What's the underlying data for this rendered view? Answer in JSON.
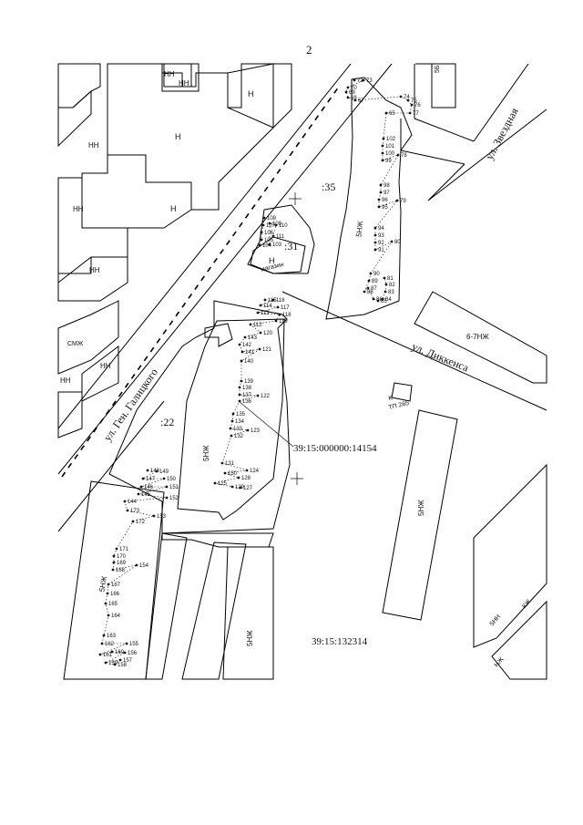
{
  "page": {
    "number": "2"
  },
  "parcels": {
    "p35": ":35",
    "p31": ":31",
    "p22": ":22",
    "cadastral_label": "39:15:000000:14154",
    "quarter_label": "39:15:132314"
  },
  "streets": {
    "zvezdnaya": "ул. Звездная",
    "dikkensa": "ул. Диккенса",
    "galitskogo": "ул. Ген. Галицкого"
  },
  "building_labels": {
    "n1": "Н",
    "n2": "Н",
    "n3": "Н",
    "n4": "Н",
    "nn1": "НН",
    "nn2": "НН",
    "nn3": "НН",
    "nn4": "НН",
    "nn5": "НН",
    "nn6": "НН",
    "nn_top1": "НН",
    "nn_top2": "НН",
    "mag_h": "Н",
    "magazin": "магазин",
    "smzh": "СМЖ",
    "b5": "5Б",
    "zvezd_5nzh": "5НЖ",
    "b_67nzh": "6-7НЖ",
    "tp": "ТП 265",
    "tp_k": "К",
    "big_5nzh_a": "5НЖ",
    "big_5nzh_b": "5НЖ",
    "big_5nzh_c": "5НЖ",
    "big_5nzh_d": "5НЖ",
    "big_5nzh_e": "5НЖ",
    "right_5nn": "5НН",
    "right_kzh": "КЖ",
    "right_nzh": "НЖ"
  },
  "points_35": [
    {
      "n": "72"
    },
    {
      "n": "73"
    },
    {
      "n": "70"
    },
    {
      "n": "69"
    },
    {
      "n": "68"
    },
    {
      "n": "67"
    },
    {
      "n": "74"
    },
    {
      "n": "75"
    },
    {
      "n": "76"
    },
    {
      "n": "77"
    },
    {
      "n": "65"
    },
    {
      "n": "102"
    },
    {
      "n": "101"
    },
    {
      "n": "100"
    },
    {
      "n": "99"
    },
    {
      "n": "78"
    },
    {
      "n": "98"
    },
    {
      "n": "97"
    },
    {
      "n": "96"
    },
    {
      "n": "95"
    },
    {
      "n": "79"
    },
    {
      "n": "94"
    },
    {
      "n": "93"
    },
    {
      "n": "92"
    },
    {
      "n": "91"
    },
    {
      "n": "80"
    },
    {
      "n": "90"
    },
    {
      "n": "89"
    },
    {
      "n": "88"
    },
    {
      "n": "87"
    },
    {
      "n": "86"
    },
    {
      "n": "85"
    },
    {
      "n": "84"
    },
    {
      "n": "83"
    },
    {
      "n": "82"
    },
    {
      "n": "81"
    }
  ],
  "points_31": [
    {
      "n": "108"
    },
    {
      "n": "107"
    },
    {
      "n": "106"
    },
    {
      "n": "105"
    },
    {
      "n": "104"
    },
    {
      "n": "103"
    },
    {
      "n": "109"
    },
    {
      "n": "110"
    },
    {
      "n": "111"
    }
  ],
  "points_22": [
    {
      "n": "115"
    },
    {
      "n": "116"
    },
    {
      "n": "114"
    },
    {
      "n": "117"
    },
    {
      "n": "113"
    },
    {
      "n": "118"
    },
    {
      "n": "119"
    },
    {
      "n": "112"
    },
    {
      "n": "120"
    },
    {
      "n": "143"
    },
    {
      "n": "142"
    },
    {
      "n": "141"
    },
    {
      "n": "121"
    },
    {
      "n": "140"
    },
    {
      "n": "139"
    },
    {
      "n": "138"
    },
    {
      "n": "137"
    },
    {
      "n": "122"
    },
    {
      "n": "136"
    },
    {
      "n": "135"
    },
    {
      "n": "134"
    },
    {
      "n": "133"
    },
    {
      "n": "123"
    },
    {
      "n": "132"
    },
    {
      "n": "131"
    },
    {
      "n": "124"
    },
    {
      "n": "130"
    },
    {
      "n": "128"
    },
    {
      "n": "125"
    },
    {
      "n": "129"
    },
    {
      "n": "127"
    },
    {
      "n": "126"
    }
  ],
  "points_south": [
    {
      "n": "148"
    },
    {
      "n": "149"
    },
    {
      "n": "147"
    },
    {
      "n": "150"
    },
    {
      "n": "146"
    },
    {
      "n": "151"
    },
    {
      "n": "145"
    },
    {
      "n": "152"
    },
    {
      "n": "144"
    },
    {
      "n": "173"
    },
    {
      "n": "153"
    },
    {
      "n": "172"
    },
    {
      "n": "171"
    },
    {
      "n": "170"
    },
    {
      "n": "169"
    },
    {
      "n": "168"
    },
    {
      "n": "154"
    },
    {
      "n": "167"
    },
    {
      "n": "166"
    },
    {
      "n": "165"
    },
    {
      "n": "164"
    },
    {
      "n": "163"
    },
    {
      "n": "162"
    },
    {
      "n": "155"
    },
    {
      "n": "161"
    },
    {
      "n": "160"
    },
    {
      "n": "156"
    },
    {
      "n": "159"
    },
    {
      "n": "157"
    },
    {
      "n": "158"
    }
  ]
}
